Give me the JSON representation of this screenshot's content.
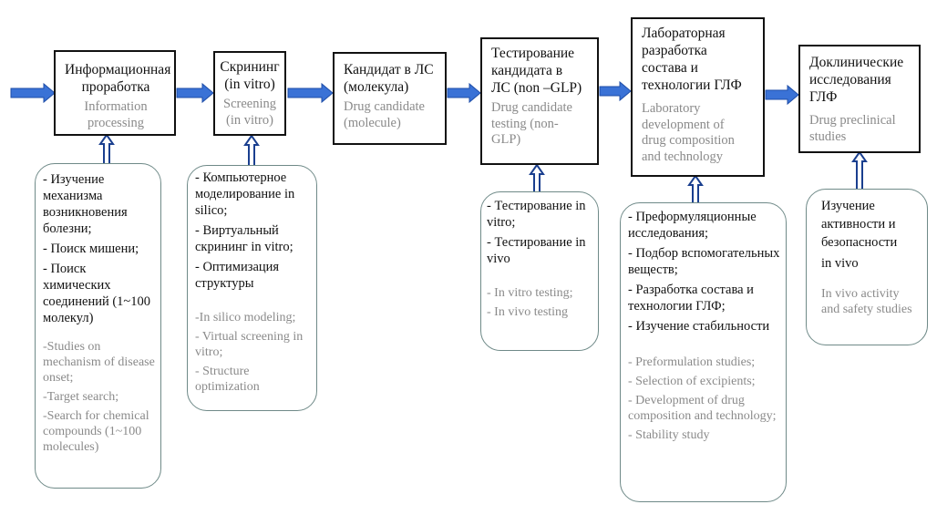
{
  "diagram": {
    "title": "Drug development pipeline",
    "colors": {
      "flow_arrow": "#3a72d6",
      "flow_arrow_edge": "#1f4ea8",
      "support_arrow": "#1a3f8f",
      "box_border": "#111111",
      "rounded_border": "#6f8a88",
      "russian_text": "#111111",
      "english_text": "#8a8a8a"
    },
    "stages": [
      {
        "ru": [
          "Информационная",
          "проработка"
        ],
        "en": [
          "Information",
          "processing"
        ]
      },
      {
        "ru": [
          "Скрининг",
          "(in vitro)"
        ],
        "en": [
          "Screening",
          "(in vitro)"
        ]
      },
      {
        "ru": [
          "Кандидат в ЛС",
          "(молекула)"
        ],
        "en": [
          "Drug candidate",
          "(molecule)"
        ]
      },
      {
        "ru": [
          "Тестирование",
          "кандидата в",
          "ЛС (non –GLP)"
        ],
        "en": [
          "Drug candidate",
          "testing (non-",
          "GLP)"
        ]
      },
      {
        "ru": [
          "Лабораторная",
          "разработка",
          "состава и",
          "технологии ГЛФ"
        ],
        "en": [
          "Laboratory",
          "development of",
          "drug composition",
          "and technology"
        ]
      },
      {
        "ru": [
          "Доклинические",
          "исследования",
          "ГЛФ"
        ],
        "en": [
          "Drug preclinical",
          "studies"
        ]
      }
    ],
    "details": [
      {
        "ru": [
          "- Изучение механизма возникновения болезни;",
          "- Поиск мишени;",
          "- Поиск химических соединений (1~100 молекул)"
        ],
        "en": [
          "-Studies on mechanism of disease onset;",
          "-Target search;",
          "-Search for chemical compounds (1~100 molecules)"
        ]
      },
      {
        "ru": [
          "- Компьютерное моделирование in silico;",
          "- Виртуальный скрининг in vitro;",
          "- Оптимизация структуры"
        ],
        "en": [
          "-In silico modeling;",
          "- Virtual screening in vitro;",
          "- Structure optimization"
        ]
      },
      {
        "ru": [
          "- Тестирование  in vitro;",
          "- Тестирование  in vivo"
        ],
        "en": [
          "- In vitro testing;",
          "- In vivo testing"
        ]
      },
      {
        "ru": [
          "- Преформуляционные исследования;",
          "- Подбор вспомогательных веществ;",
          "- Разработка состава и технологии ГЛФ;",
          "- Изучение стабильности"
        ],
        "en": [
          "- Preformulation studies;",
          "- Selection of excipients;",
          "- Development of drug composition and technology;",
          "- Stability study"
        ]
      },
      {
        "ru": [
          "Изучение активности и безопасности",
          "in vivo"
        ],
        "en": [
          "In vivo activity and safety studies"
        ]
      }
    ]
  }
}
